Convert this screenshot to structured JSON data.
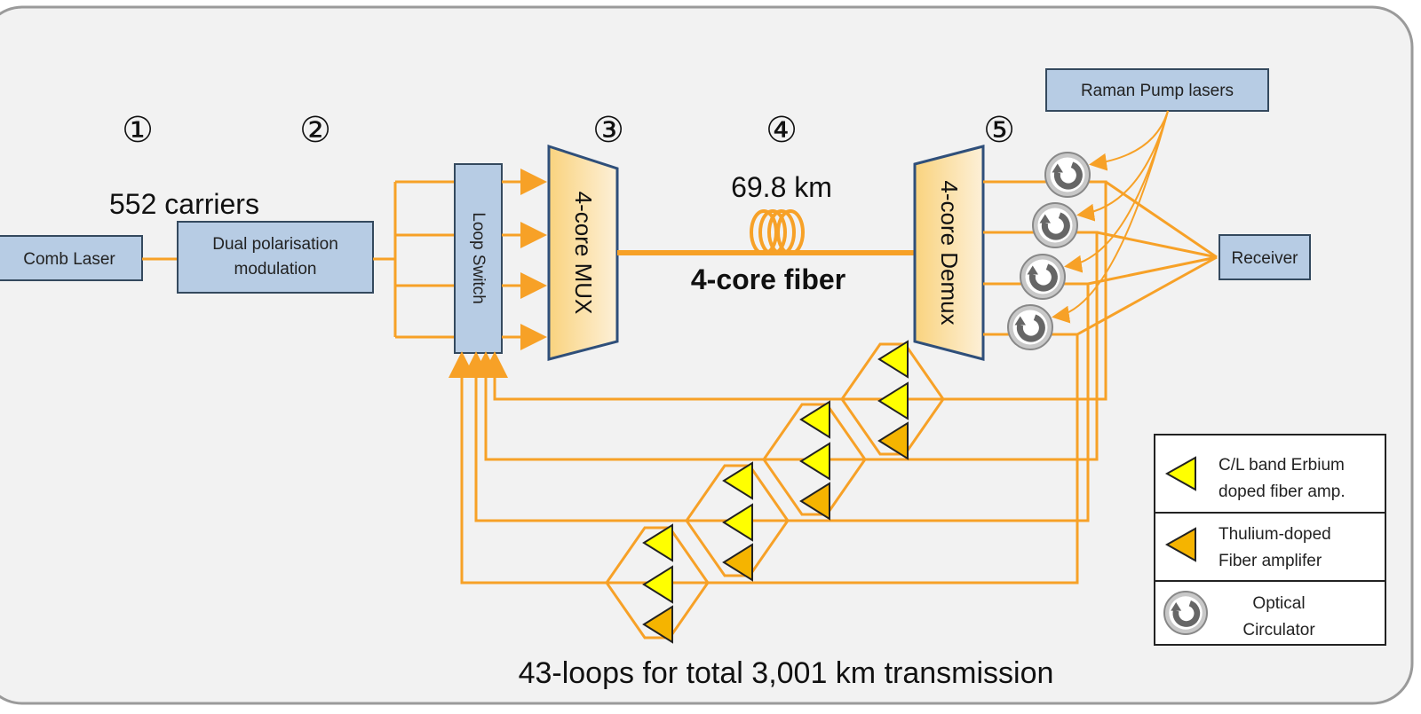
{
  "stage_numbers": [
    "①",
    "②",
    "③",
    "④",
    "⑤"
  ],
  "carriers_label": "552 carriers",
  "comb_laser": "Comb Laser",
  "modulation": [
    "Dual polarisation",
    "modulation"
  ],
  "loop_switch": "Loop Switch",
  "mux": "4-core MUX",
  "fiber_length": "69.8 km",
  "fiber_label": "4-core fiber",
  "demux": "4-core Demux",
  "raman": "Raman Pump lasers",
  "receiver": "Receiver",
  "legend": {
    "edfa": [
      "C/L band Erbium",
      "doped fiber amp."
    ],
    "tdfa": [
      "Thulium-doped",
      "Fiber amplifer"
    ],
    "circulator": [
      "Optical",
      "Circulator"
    ]
  },
  "caption": "43-loops for total 3,001 km transmission",
  "colors": {
    "fiber": "#f7a127",
    "edfa": "#ffff00",
    "tdfa": "#f5b400",
    "box": "#b7cce4"
  }
}
